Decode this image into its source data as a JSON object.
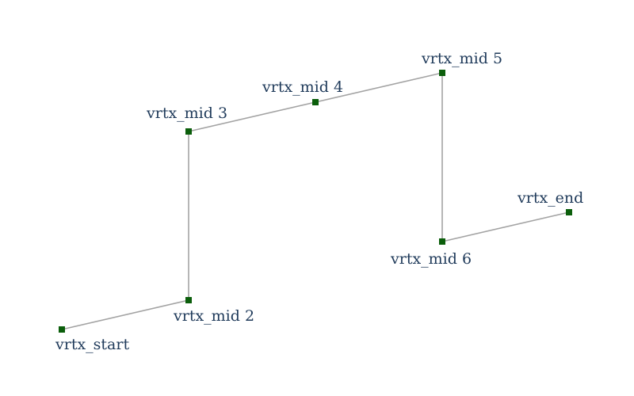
{
  "graph": {
    "nodes": [
      {
        "id": "start",
        "label": "vrtx_start"
      },
      {
        "id": "mid2",
        "label": "vrtx_mid 2"
      },
      {
        "id": "mid3",
        "label": "vrtx_mid 3"
      },
      {
        "id": "mid4",
        "label": "vrtx_mid 4"
      },
      {
        "id": "mid5",
        "label": "vrtx_mid 5"
      },
      {
        "id": "mid6",
        "label": "vrtx_mid 6"
      },
      {
        "id": "end",
        "label": "vrtx_end"
      }
    ],
    "edges": [
      {
        "from": "start",
        "to": "mid2"
      },
      {
        "from": "mid2",
        "to": "mid3"
      },
      {
        "from": "mid3",
        "to": "mid4"
      },
      {
        "from": "mid4",
        "to": "mid5"
      },
      {
        "from": "mid5",
        "to": "mid6"
      },
      {
        "from": "mid6",
        "to": "end"
      }
    ],
    "colors": {
      "node": "#0b5e0b",
      "edge": "#a3a3a3",
      "label": "#1f3a5a",
      "background": "#ffffff"
    }
  }
}
